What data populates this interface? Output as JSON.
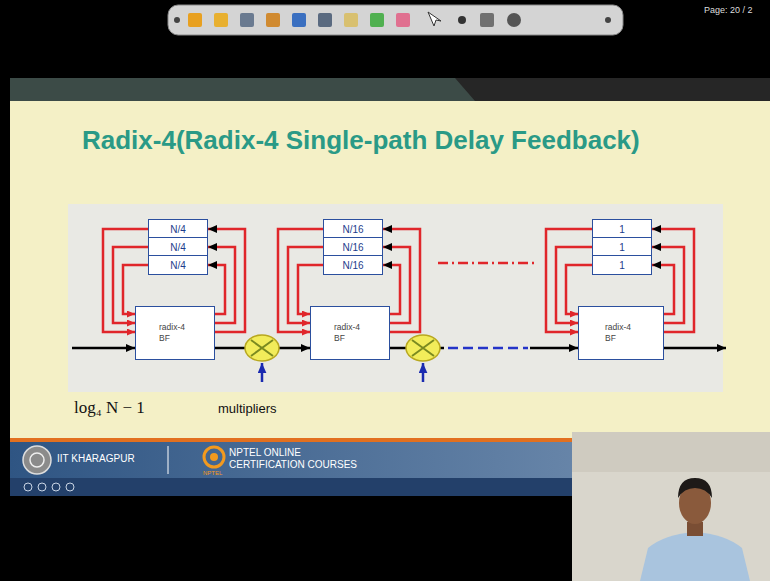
{
  "diagram": {
    "title": "Radix-4(Radix-4 Single-path Delay Feedback)",
    "nodes": [
      {
        "text": [
          "N/4"
        ]
      },
      {
        "text": [
          "N/4"
        ]
      },
      {
        "text": [
          "N/4"
        ]
      },
      {
        "text": [
          "radix-4 BF"
        ]
      },
      {
        "text": [
          "N/16"
        ]
      },
      {
        "text": [
          "N/16"
        ]
      },
      {
        "text": [
          "N/16"
        ]
      },
      {
        "text": [
          "radix-4 BF"
        ]
      },
      {
        "text": [
          "1"
        ]
      },
      {
        "text": [
          "1"
        ]
      },
      {
        "text": [
          "1"
        ]
      },
      {
        "text": [
          "radix-4 BF"
        ]
      }
    ],
    "edges": [
      {
        "from": 0,
        "to": 3,
        "arrow": "to"
      },
      {
        "from": 1,
        "to": 3,
        "arrow": "to"
      },
      {
        "from": 2,
        "to": 3,
        "arrow": "to"
      },
      {
        "from": 3,
        "to": 0,
        "arrow": "to"
      },
      {
        "from": 3,
        "to": 1,
        "arrow": "to"
      },
      {
        "from": 3,
        "to": 2,
        "arrow": "to"
      },
      {
        "from": 4,
        "to": 7,
        "arrow": "to"
      },
      {
        "from": 5,
        "to": 7,
        "arrow": "to"
      },
      {
        "from": 6,
        "to": 7,
        "arrow": "to"
      },
      {
        "from": 7,
        "to": 4,
        "arrow": "to"
      },
      {
        "from": 7,
        "to": 5,
        "arrow": "to"
      },
      {
        "from": 7,
        "to": 6,
        "arrow": "to"
      },
      {
        "from": 8,
        "to": 11,
        "arrow": "to"
      },
      {
        "from": 9,
        "to": 11,
        "arrow": "to"
      },
      {
        "from": 10,
        "to": 11,
        "arrow": "to"
      },
      {
        "from": 11,
        "to": 8,
        "arrow": "to"
      },
      {
        "from": 11,
        "to": 9,
        "arrow": "to"
      },
      {
        "from": 11,
        "to": 10,
        "arrow": "to"
      },
      {
        "from": 3,
        "to": 7,
        "arrow": "to"
      },
      {
        "from": 7,
        "to": 11,
        "arrow": "to"
      }
    ],
    "labels": [
      "Page: 20 / 2",
      "log₄ N − 1",
      "multipliers",
      "IIT KHARAGPUR",
      "NPTEL ONLINE CERTIFICATION COURSES",
      "NPTEL"
    ]
  }
}
